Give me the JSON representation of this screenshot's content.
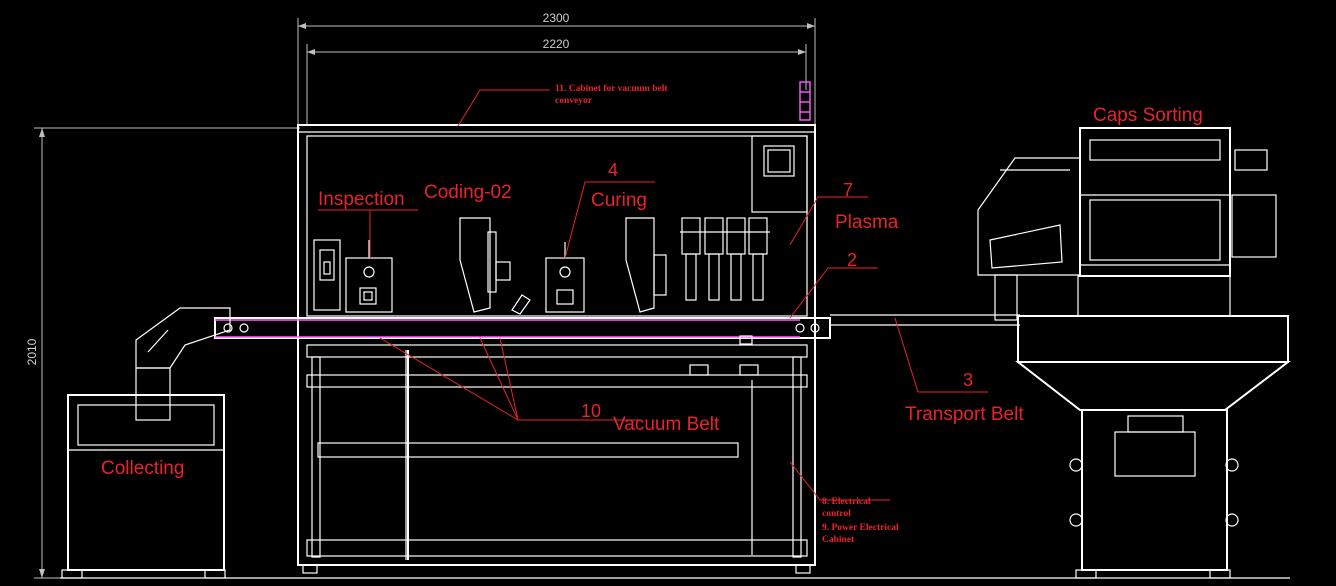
{
  "dimensions": {
    "overall_width": "2300",
    "inner_width": "2220",
    "height": "2010"
  },
  "labels": {
    "inspection": "Inspection",
    "coding": "Coding-02",
    "curing": "Curing",
    "curing_number": "4",
    "plasma": "Plasma",
    "plasma_number": "7",
    "caps_sorting": "Caps Sorting",
    "item_2": "2",
    "transport_number": "3",
    "transport_belt": "Transport Belt",
    "vacuum_number": "10",
    "vacuum_belt": "Vacuum Belt",
    "collecting": "Collecting"
  },
  "notes": {
    "cabinet_line1": "11. Cabinet for vacuum belt",
    "cabinet_line2": "conveyor",
    "electrical_line1": "8. Electrical",
    "electrical_line2": "control",
    "power_line1": "9. Power Electrical",
    "power_line2": "Cabinet"
  },
  "colors": {
    "background": "#000000",
    "drawing": "#ffffff",
    "annotation": "#e8232a",
    "belt": "#ff5cff"
  }
}
